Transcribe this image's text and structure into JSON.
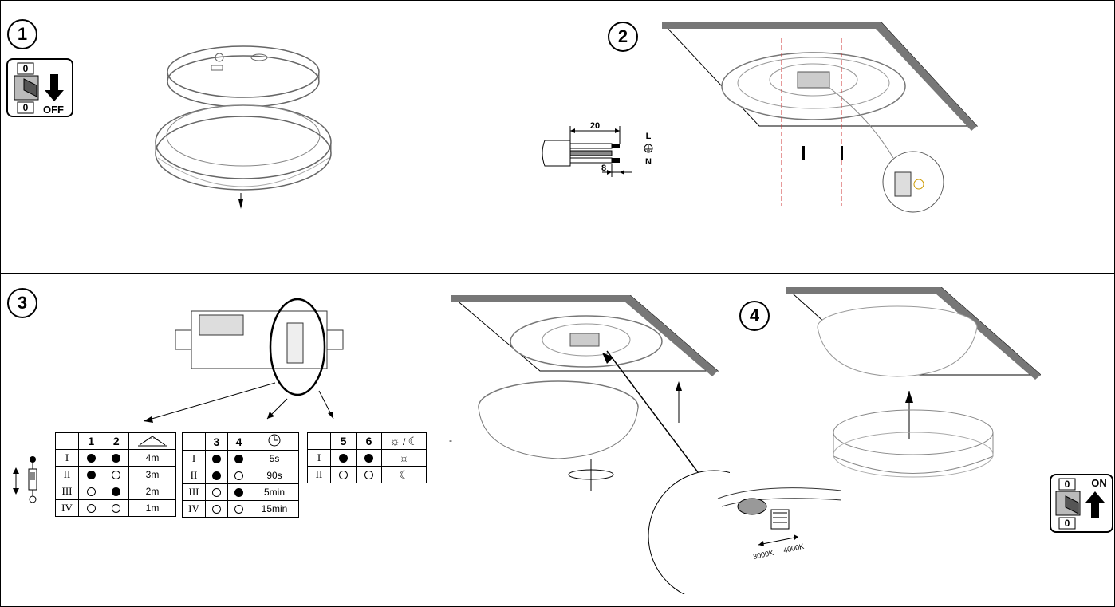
{
  "steps": {
    "s1": "1",
    "s2": "2",
    "s3": "3",
    "s4": "4"
  },
  "power_switch": {
    "off_label": "OFF",
    "on_label": "ON",
    "contact_label": "0"
  },
  "wiring": {
    "strip_length": "20",
    "conductor_strip": "8",
    "live": "L",
    "neutral": "N"
  },
  "color_temp": {
    "warm": "3000K",
    "cool": "4000K"
  },
  "range_table": {
    "headers": [
      "1",
      "2"
    ],
    "rows": [
      {
        "roman": "I",
        "d1": true,
        "d2": true,
        "value": "4m"
      },
      {
        "roman": "II",
        "d1": true,
        "d2": false,
        "value": "3m"
      },
      {
        "roman": "III",
        "d1": false,
        "d2": true,
        "value": "2m"
      },
      {
        "roman": "IV",
        "d1": false,
        "d2": false,
        "value": "1m"
      }
    ]
  },
  "time_table": {
    "headers": [
      "3",
      "4"
    ],
    "rows": [
      {
        "roman": "I",
        "d1": true,
        "d2": true,
        "value": "5s"
      },
      {
        "roman": "II",
        "d1": true,
        "d2": false,
        "value": "90s"
      },
      {
        "roman": "III",
        "d1": false,
        "d2": true,
        "value": "5min"
      },
      {
        "roman": "IV",
        "d1": false,
        "d2": false,
        "value": "15min"
      }
    ]
  },
  "light_table": {
    "headers": [
      "5",
      "6"
    ],
    "header_icon_separator": "/",
    "rows": [
      {
        "roman": "I",
        "d1": true,
        "d2": true,
        "icon": "sun-icon"
      },
      {
        "roman": "II",
        "d1": false,
        "d2": false,
        "icon": "moon-icon"
      }
    ]
  },
  "stray_mark": "-"
}
